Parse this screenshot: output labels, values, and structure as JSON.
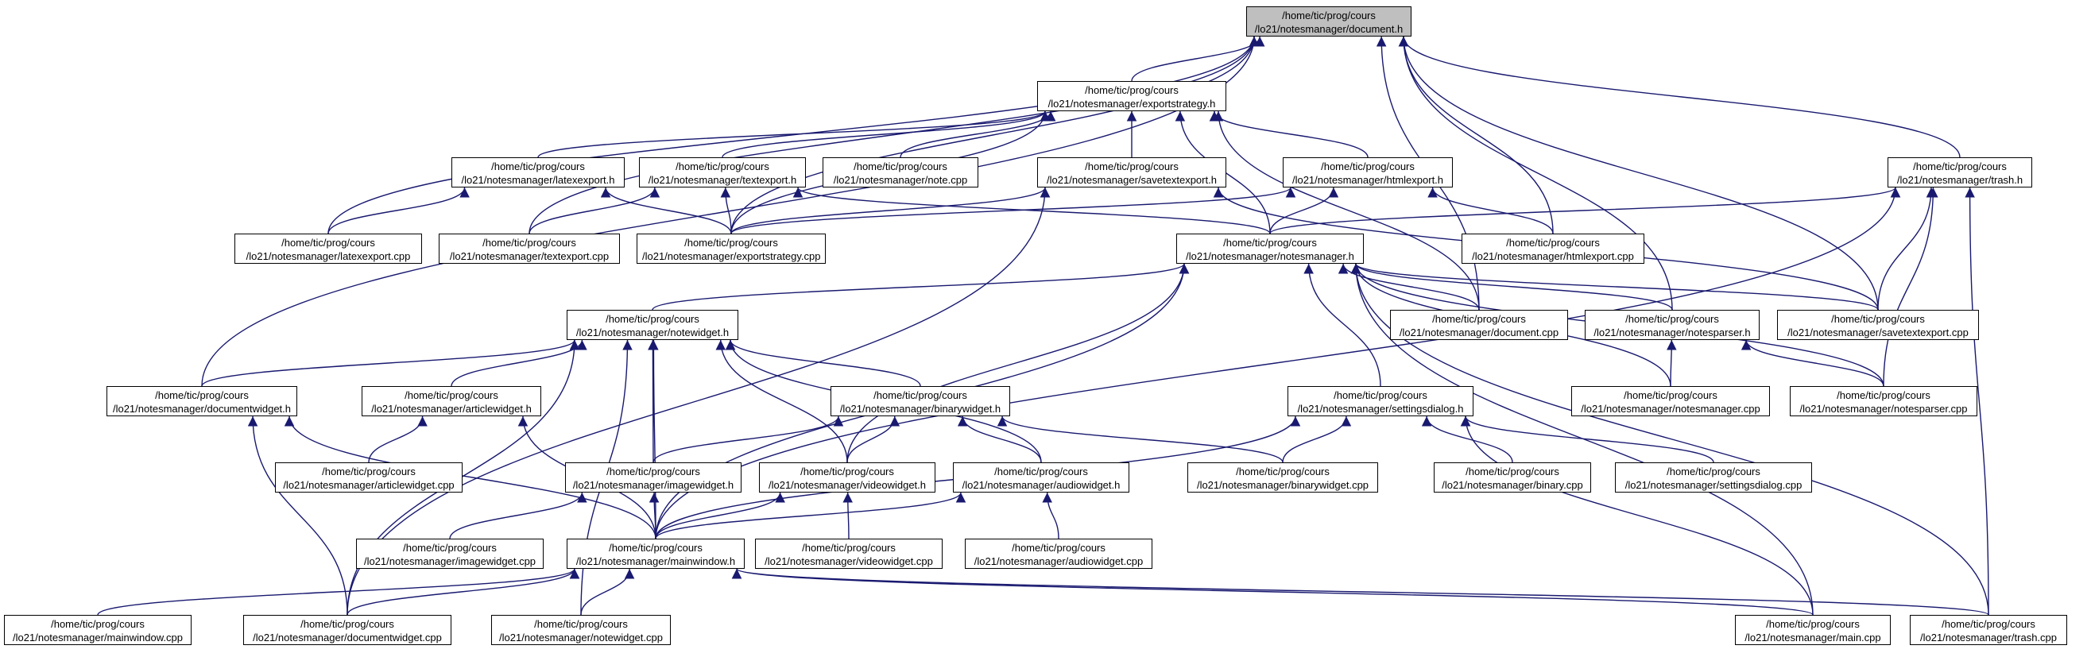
{
  "colors": {
    "edge": "#191970",
    "node_border": "#000000",
    "node_fill": "#ffffff",
    "root_fill": "#bfbfbf"
  },
  "nodes": {
    "document_h": {
      "line1": "/home/tic/prog/cours",
      "line2": "/lo21/notesmanager/document.h"
    },
    "exportstrategy_h": {
      "line1": "/home/tic/prog/cours",
      "line2": "/lo21/notesmanager/exportstrategy.h"
    },
    "trash_h": {
      "line1": "/home/tic/prog/cours",
      "line2": "/lo21/notesmanager/trash.h"
    },
    "latexexport_h": {
      "line1": "/home/tic/prog/cours",
      "line2": "/lo21/notesmanager/latexexport.h"
    },
    "textexport_h": {
      "line1": "/home/tic/prog/cours",
      "line2": "/lo21/notesmanager/textexport.h"
    },
    "note_cpp": {
      "line1": "/home/tic/prog/cours",
      "line2": "/lo21/notesmanager/note.cpp"
    },
    "savetextexport_h": {
      "line1": "/home/tic/prog/cours",
      "line2": "/lo21/notesmanager/savetextexport.h"
    },
    "htmlexport_h": {
      "line1": "/home/tic/prog/cours",
      "line2": "/lo21/notesmanager/htmlexport.h"
    },
    "latexexport_cpp": {
      "line1": "/home/tic/prog/cours",
      "line2": "/lo21/notesmanager/latexexport.cpp"
    },
    "textexport_cpp": {
      "line1": "/home/tic/prog/cours",
      "line2": "/lo21/notesmanager/textexport.cpp"
    },
    "exportstrategy_cpp": {
      "line1": "/home/tic/prog/cours",
      "line2": "/lo21/notesmanager/exportstrategy.cpp"
    },
    "notesmanager_h": {
      "line1": "/home/tic/prog/cours",
      "line2": "/lo21/notesmanager/notesmanager.h"
    },
    "htmlexport_cpp": {
      "line1": "/home/tic/prog/cours",
      "line2": "/lo21/notesmanager/htmlexport.cpp"
    },
    "notewidget_h": {
      "line1": "/home/tic/prog/cours",
      "line2": "/lo21/notesmanager/notewidget.h"
    },
    "document_cpp": {
      "line1": "/home/tic/prog/cours",
      "line2": "/lo21/notesmanager/document.cpp"
    },
    "notesparser_h": {
      "line1": "/home/tic/prog/cours",
      "line2": "/lo21/notesmanager/notesparser.h"
    },
    "savetextexport_cpp": {
      "line1": "/home/tic/prog/cours",
      "line2": "/lo21/notesmanager/savetextexport.cpp"
    },
    "documentwidget_h": {
      "line1": "/home/tic/prog/cours",
      "line2": "/lo21/notesmanager/documentwidget.h"
    },
    "articlewidget_h": {
      "line1": "/home/tic/prog/cours",
      "line2": "/lo21/notesmanager/articlewidget.h"
    },
    "binarywidget_h": {
      "line1": "/home/tic/prog/cours",
      "line2": "/lo21/notesmanager/binarywidget.h"
    },
    "settingsdialog_h": {
      "line1": "/home/tic/prog/cours",
      "line2": "/lo21/notesmanager/settingsdialog.h"
    },
    "notesmanager_cpp": {
      "line1": "/home/tic/prog/cours",
      "line2": "/lo21/notesmanager/notesmanager.cpp"
    },
    "notesparser_cpp": {
      "line1": "/home/tic/prog/cours",
      "line2": "/lo21/notesmanager/notesparser.cpp"
    },
    "articlewidget_cpp": {
      "line1": "/home/tic/prog/cours",
      "line2": "/lo21/notesmanager/articlewidget.cpp"
    },
    "imagewidget_h": {
      "line1": "/home/tic/prog/cours",
      "line2": "/lo21/notesmanager/imagewidget.h"
    },
    "videowidget_h": {
      "line1": "/home/tic/prog/cours",
      "line2": "/lo21/notesmanager/videowidget.h"
    },
    "audiowidget_h": {
      "line1": "/home/tic/prog/cours",
      "line2": "/lo21/notesmanager/audiowidget.h"
    },
    "binarywidget_cpp": {
      "line1": "/home/tic/prog/cours",
      "line2": "/lo21/notesmanager/binarywidget.cpp"
    },
    "binary_cpp": {
      "line1": "/home/tic/prog/cours",
      "line2": "/lo21/notesmanager/binary.cpp"
    },
    "settingsdialog_cpp": {
      "line1": "/home/tic/prog/cours",
      "line2": "/lo21/notesmanager/settingsdialog.cpp"
    },
    "imagewidget_cpp": {
      "line1": "/home/tic/prog/cours",
      "line2": "/lo21/notesmanager/imagewidget.cpp"
    },
    "mainwindow_h": {
      "line1": "/home/tic/prog/cours",
      "line2": "/lo21/notesmanager/mainwindow.h"
    },
    "videowidget_cpp": {
      "line1": "/home/tic/prog/cours",
      "line2": "/lo21/notesmanager/videowidget.cpp"
    },
    "audiowidget_cpp": {
      "line1": "/home/tic/prog/cours",
      "line2": "/lo21/notesmanager/audiowidget.cpp"
    },
    "mainwindow_cpp": {
      "line1": "/home/tic/prog/cours",
      "line2": "/lo21/notesmanager/mainwindow.cpp"
    },
    "documentwidget_cpp": {
      "line1": "/home/tic/prog/cours",
      "line2": "/lo21/notesmanager/documentwidget.cpp"
    },
    "notewidget_cpp": {
      "line1": "/home/tic/prog/cours",
      "line2": "/lo21/notesmanager/notewidget.cpp"
    },
    "main_cpp": {
      "line1": "/home/tic/prog/cours",
      "line2": "/lo21/notesmanager/main.cpp"
    },
    "trash_cpp": {
      "line1": "/home/tic/prog/cours",
      "line2": "/lo21/notesmanager/trash.cpp"
    }
  },
  "edges": [
    [
      "exportstrategy_h",
      "document_h"
    ],
    [
      "trash_h",
      "document_h"
    ],
    [
      "latexexport_cpp",
      "document_h"
    ],
    [
      "textexport_cpp",
      "document_h"
    ],
    [
      "exportstrategy_cpp",
      "document_h"
    ],
    [
      "documentwidget_h",
      "document_h"
    ],
    [
      "htmlexport_cpp",
      "document_h"
    ],
    [
      "document_cpp",
      "document_h"
    ],
    [
      "notesparser_h",
      "document_h"
    ],
    [
      "savetextexport_cpp",
      "document_h"
    ],
    [
      "latexexport_h",
      "exportstrategy_h"
    ],
    [
      "textexport_h",
      "exportstrategy_h"
    ],
    [
      "note_cpp",
      "exportstrategy_h"
    ],
    [
      "savetextexport_h",
      "exportstrategy_h"
    ],
    [
      "htmlexport_h",
      "exportstrategy_h"
    ],
    [
      "exportstrategy_cpp",
      "exportstrategy_h"
    ],
    [
      "notesmanager_h",
      "exportstrategy_h"
    ],
    [
      "document_cpp",
      "exportstrategy_h"
    ],
    [
      "latexexport_cpp",
      "latexexport_h"
    ],
    [
      "exportstrategy_cpp",
      "latexexport_h"
    ],
    [
      "textexport_cpp",
      "textexport_h"
    ],
    [
      "exportstrategy_cpp",
      "textexport_h"
    ],
    [
      "notesmanager_h",
      "textexport_h"
    ],
    [
      "exportstrategy_cpp",
      "savetextexport_h"
    ],
    [
      "documentwidget_cpp",
      "savetextexport_h"
    ],
    [
      "savetextexport_cpp",
      "savetextexport_h"
    ],
    [
      "exportstrategy_cpp",
      "htmlexport_h"
    ],
    [
      "notesmanager_h",
      "htmlexport_h"
    ],
    [
      "htmlexport_cpp",
      "htmlexport_h"
    ],
    [
      "notesmanager_h",
      "trash_h"
    ],
    [
      "savetextexport_cpp",
      "trash_h"
    ],
    [
      "notesparser_cpp",
      "trash_h"
    ],
    [
      "mainwindow_h",
      "trash_h"
    ],
    [
      "trash_cpp",
      "trash_h"
    ],
    [
      "notewidget_h",
      "notesmanager_h"
    ],
    [
      "document_cpp",
      "notesmanager_h"
    ],
    [
      "notesparser_h",
      "notesmanager_h"
    ],
    [
      "savetextexport_cpp",
      "notesmanager_h"
    ],
    [
      "notesmanager_cpp",
      "notesmanager_h"
    ],
    [
      "notesparser_cpp",
      "notesmanager_h"
    ],
    [
      "settingsdialog_h",
      "notesmanager_h"
    ],
    [
      "videowidget_h",
      "notesmanager_h"
    ],
    [
      "mainwindow_h",
      "notesmanager_h"
    ],
    [
      "main_cpp",
      "notesmanager_h"
    ],
    [
      "trash_cpp",
      "notesmanager_h"
    ],
    [
      "notesmanager_cpp",
      "notesparser_h"
    ],
    [
      "notesparser_cpp",
      "notesparser_h"
    ],
    [
      "documentwidget_h",
      "notewidget_h"
    ],
    [
      "articlewidget_h",
      "notewidget_h"
    ],
    [
      "binarywidget_h",
      "notewidget_h"
    ],
    [
      "imagewidget_h",
      "notewidget_h"
    ],
    [
      "videowidget_h",
      "notewidget_h"
    ],
    [
      "audiowidget_h",
      "notewidget_h"
    ],
    [
      "mainwindow_h",
      "notewidget_h"
    ],
    [
      "notewidget_cpp",
      "notewidget_h"
    ],
    [
      "documentwidget_cpp",
      "notewidget_h"
    ],
    [
      "mainwindow_h",
      "documentwidget_h"
    ],
    [
      "documentwidget_cpp",
      "documentwidget_h"
    ],
    [
      "articlewidget_cpp",
      "articlewidget_h"
    ],
    [
      "mainwindow_h",
      "articlewidget_h"
    ],
    [
      "imagewidget_h",
      "binarywidget_h"
    ],
    [
      "videowidget_h",
      "binarywidget_h"
    ],
    [
      "audiowidget_h",
      "binarywidget_h"
    ],
    [
      "binarywidget_cpp",
      "binarywidget_h"
    ],
    [
      "binarywidget_cpp",
      "settingsdialog_h"
    ],
    [
      "binary_cpp",
      "settingsdialog_h"
    ],
    [
      "settingsdialog_cpp",
      "settingsdialog_h"
    ],
    [
      "mainwindow_h",
      "settingsdialog_h"
    ],
    [
      "main_cpp",
      "settingsdialog_h"
    ],
    [
      "imagewidget_cpp",
      "imagewidget_h"
    ],
    [
      "mainwindow_h",
      "imagewidget_h"
    ],
    [
      "videowidget_cpp",
      "videowidget_h"
    ],
    [
      "mainwindow_h",
      "videowidget_h"
    ],
    [
      "audiowidget_cpp",
      "audiowidget_h"
    ],
    [
      "mainwindow_h",
      "audiowidget_h"
    ],
    [
      "mainwindow_cpp",
      "mainwindow_h"
    ],
    [
      "documentwidget_cpp",
      "mainwindow_h"
    ],
    [
      "notewidget_cpp",
      "mainwindow_h"
    ],
    [
      "main_cpp",
      "mainwindow_h"
    ],
    [
      "trash_cpp",
      "mainwindow_h"
    ]
  ]
}
